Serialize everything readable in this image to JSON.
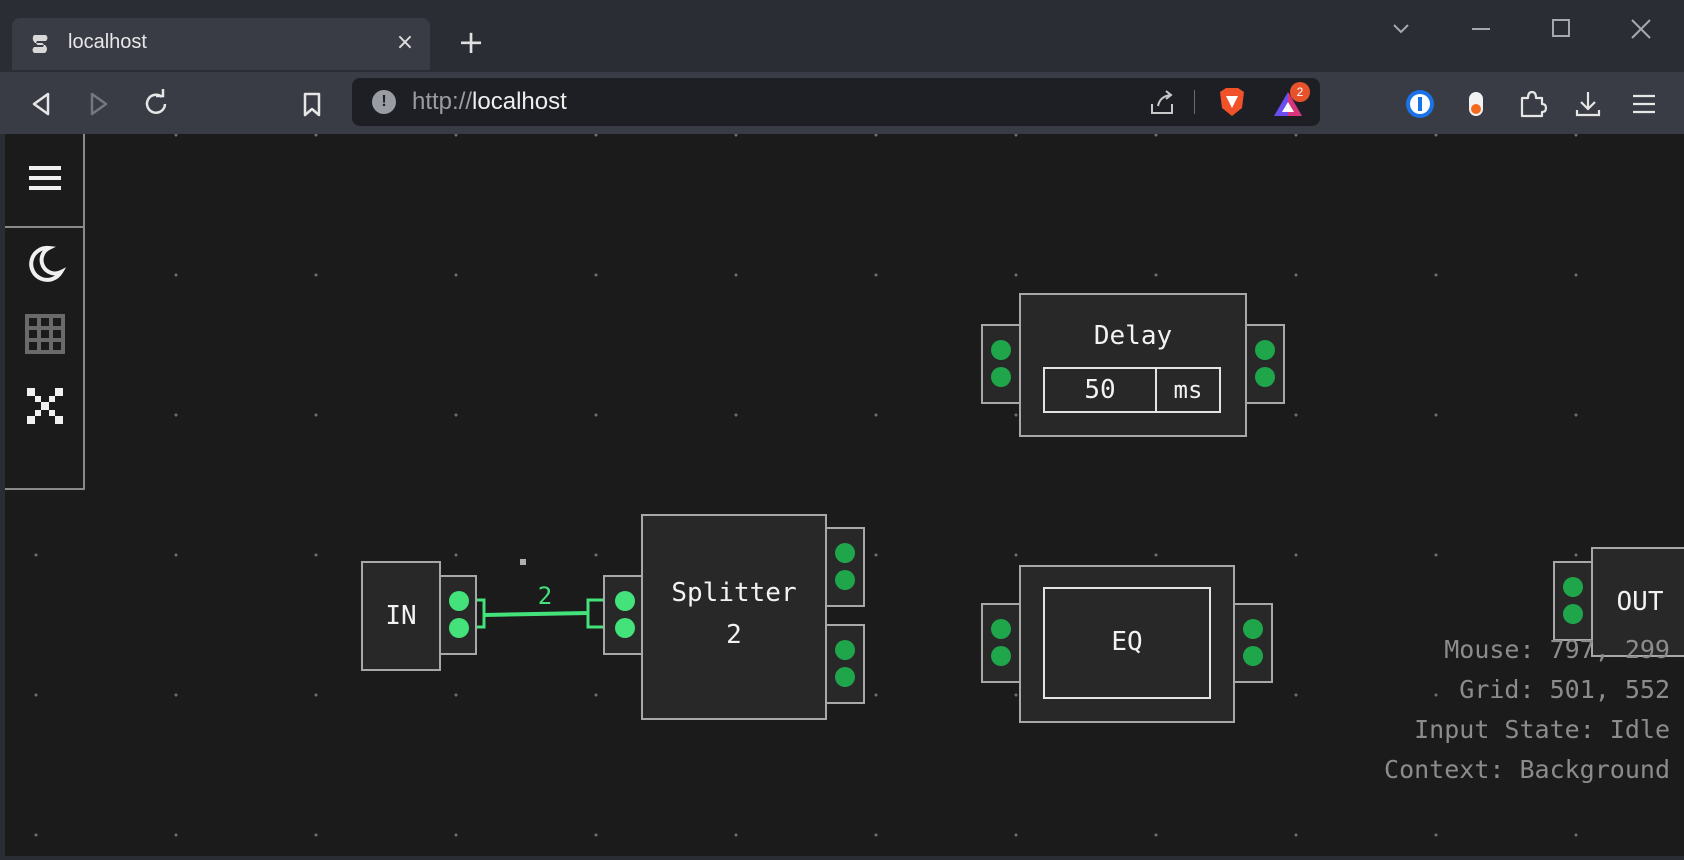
{
  "browser": {
    "tab": {
      "title": "localhost",
      "close_icon": "×"
    },
    "new_tab_icon": "+",
    "url_protocol": "http://",
    "url_host": "localhost",
    "brave_badge_count": "2"
  },
  "sidebar": {
    "items": [
      {
        "name": "menu-icon"
      },
      {
        "name": "theme-moon-icon"
      },
      {
        "name": "grid-icon"
      },
      {
        "name": "fit-view-icon"
      }
    ]
  },
  "graph": {
    "nodes": {
      "in": {
        "label": "IN"
      },
      "splitter": {
        "label": "Splitter",
        "value": "2"
      },
      "delay": {
        "label": "Delay",
        "value": "50",
        "unit": "ms"
      },
      "eq": {
        "label": "EQ"
      },
      "out": {
        "label": "OUT"
      }
    },
    "connection": {
      "label": "2",
      "color": "#43e27a"
    }
  },
  "status": {
    "mouse": "Mouse: 797, 299",
    "grid": "Grid: 501, 552",
    "input_state": "Input State: Idle",
    "context": "Context: Background"
  },
  "colors": {
    "page_bg": "#1b1b1b",
    "node_border": "#a8a8a8",
    "port_dot": "#1fa64b",
    "active_port": "#43e27a"
  }
}
